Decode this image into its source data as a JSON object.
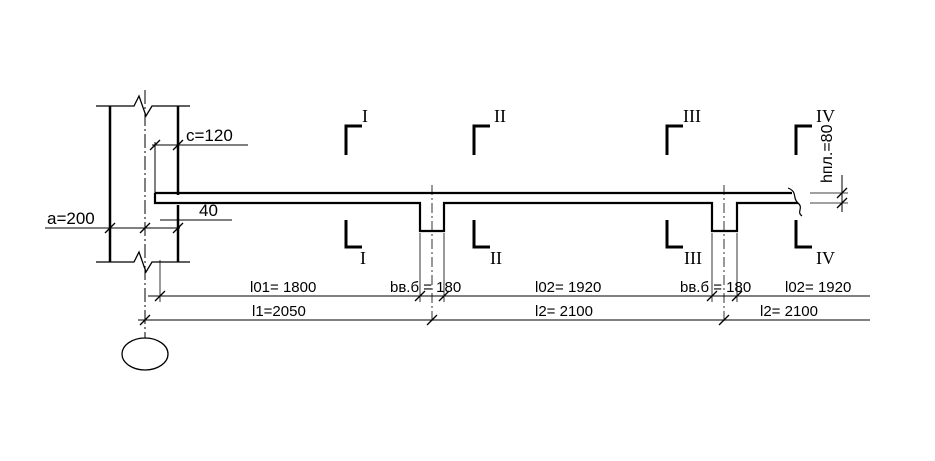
{
  "dims": {
    "a": "a=200",
    "c": "c=120",
    "offset": "40",
    "h": "hпл.=80"
  },
  "spans": {
    "l01": "l01= 1800",
    "b1": "bв.б = 180",
    "l02_1": "l02= 1920",
    "b2": "bв.б = 180",
    "l02_2": "l02= 1920",
    "l1": "l1=2050",
    "l2_1": "l2= 2100",
    "l2_2": "l2= 2100"
  },
  "sections": {
    "I": "I",
    "II": "II",
    "III": "III",
    "IV": "IV"
  }
}
